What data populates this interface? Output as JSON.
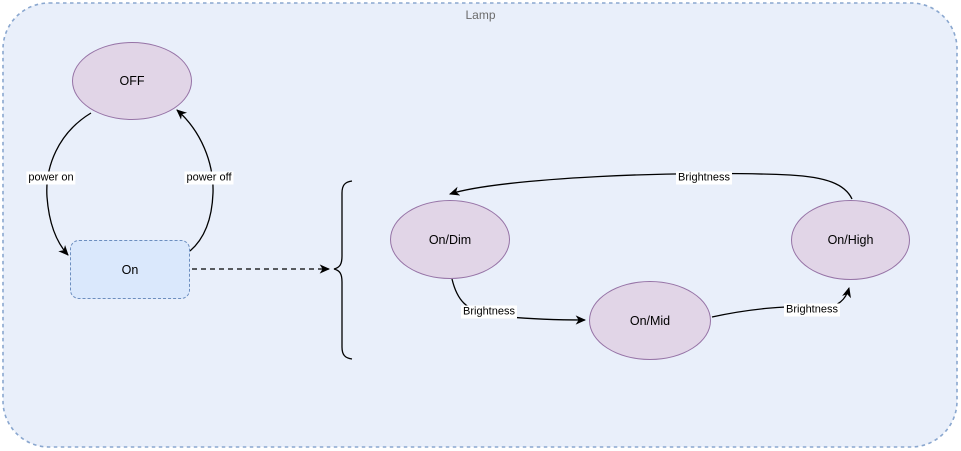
{
  "diagram": {
    "title": "Lamp",
    "type": "state-machine",
    "states": {
      "off": {
        "label": "OFF",
        "shape": "ellipse"
      },
      "on": {
        "label": "On",
        "shape": "rounded-rectangle-dashed"
      },
      "dim": {
        "label": "On/Dim",
        "shape": "ellipse"
      },
      "mid": {
        "label": "On/Mid",
        "shape": "ellipse"
      },
      "high": {
        "label": "On/High",
        "shape": "ellipse"
      }
    },
    "transitions": {
      "power_on": {
        "from": "OFF",
        "to": "On",
        "label": "power on"
      },
      "power_off": {
        "from": "On",
        "to": "OFF",
        "label": "power off"
      },
      "on_to_brightness": {
        "from": "On",
        "to": "brightness-states",
        "label": "",
        "style": "dashed",
        "connector": "curly-brace"
      },
      "dim_to_mid": {
        "from": "On/Dim",
        "to": "On/Mid",
        "label": "Brightness"
      },
      "mid_to_high": {
        "from": "On/Mid",
        "to": "On/High",
        "label": "Brightness"
      },
      "high_to_dim": {
        "from": "On/High",
        "to": "On/Dim",
        "label": "Brightness"
      }
    },
    "colors": {
      "canvas_fill": "#e9effa",
      "canvas_border": "#8aa7cf",
      "state_fill": "#e1d5e7",
      "state_stroke": "#9673a6",
      "on_state_fill": "#dae8fc",
      "on_state_stroke": "#6c8ebf",
      "edge_color": "#000000",
      "title_color": "#6b6b6b"
    }
  }
}
